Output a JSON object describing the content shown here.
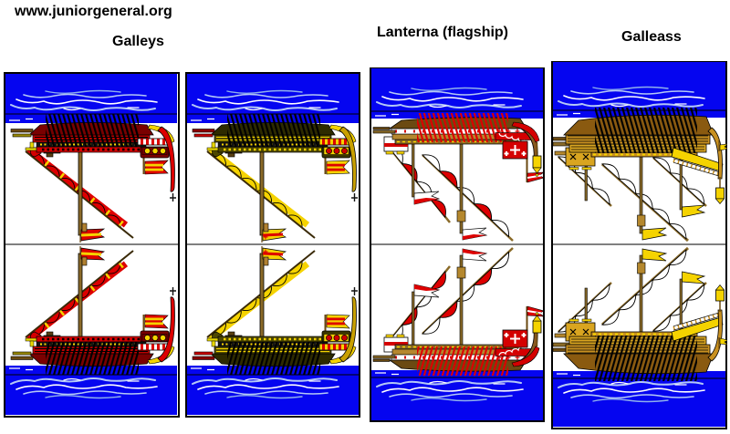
{
  "header": {
    "site": "www.juniorgeneral.org"
  },
  "labels": {
    "galleys": "Galleys",
    "lanterna": "Lanterna (flagship)",
    "galleass": "Galleass"
  },
  "panels": [
    {
      "name": "galley-red",
      "type": "galley",
      "scheme": "red"
    },
    {
      "name": "galley-olive",
      "type": "galley",
      "scheme": "olive"
    },
    {
      "name": "lanterna-flagship",
      "type": "lanterna",
      "scheme": "red-white"
    },
    {
      "name": "galleass",
      "type": "galleass",
      "scheme": "gold"
    }
  ],
  "colors": {
    "water": "#0505F0",
    "wave_light": "#b4c8f6",
    "wave_white": "#ffffff",
    "red": "#DD0000",
    "dark_red": "#7A0000",
    "yellow": "#F5D300",
    "wood": "#8a6a28",
    "dark_wood": "#6b4a12",
    "olive_hull": "#4E4800",
    "gold_hull": "#D9A520"
  }
}
